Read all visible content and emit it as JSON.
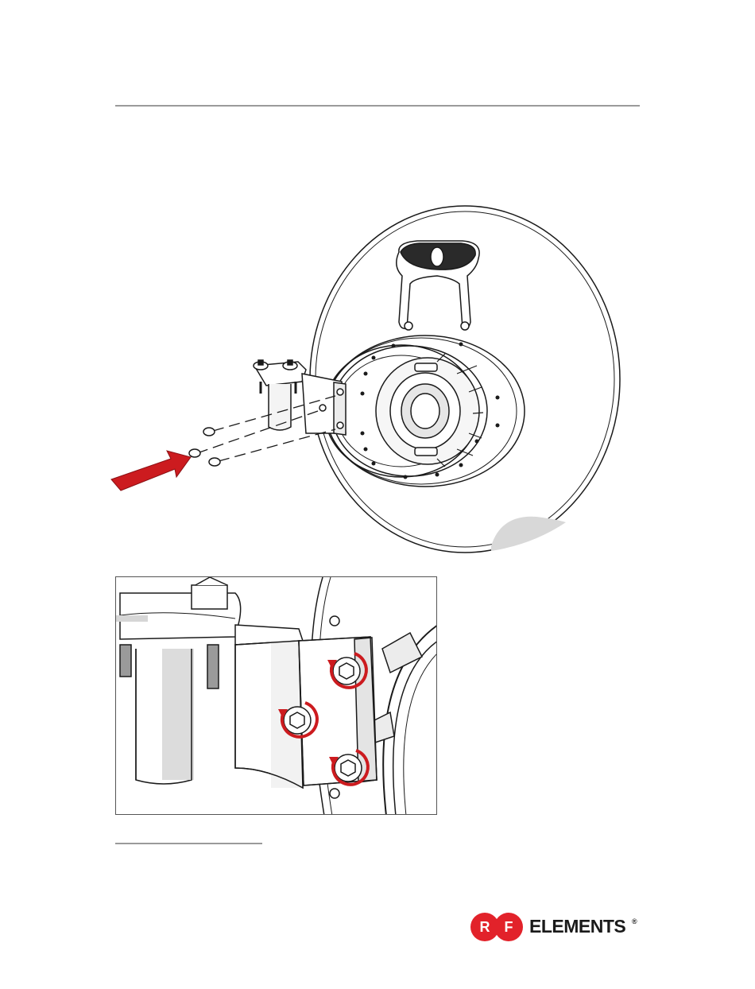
{
  "logo": {
    "letter_left": "R",
    "letter_right": "F",
    "word": "ELEMENTS",
    "registered": "®",
    "accent_color": "#e2222a"
  },
  "figures": {
    "main": {
      "icon": "dish-antenna-assembly-illustration"
    },
    "detail": {
      "icon": "bracket-bolt-tightening-detail"
    }
  },
  "colors": {
    "arrow": "#cc1b1f",
    "line": "#1a1a1a",
    "rule": "#9a9a9a"
  }
}
